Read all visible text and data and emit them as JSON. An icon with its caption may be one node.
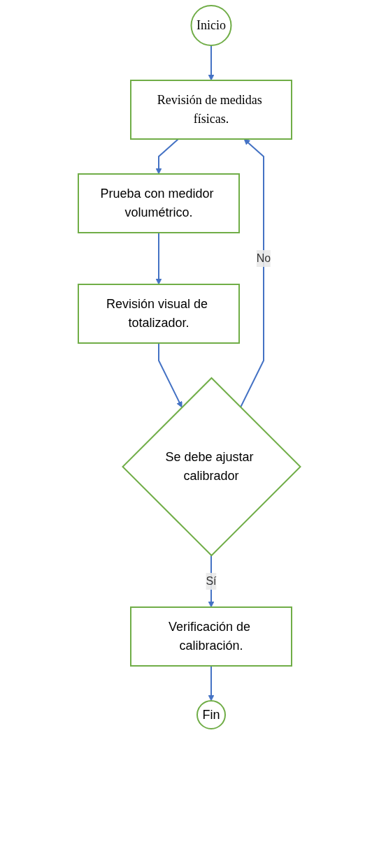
{
  "diagram": {
    "nodes": [
      {
        "text": [
          "Inicio"
        ]
      },
      {
        "text": [
          "Revisión de medidas físicas."
        ]
      },
      {
        "text": [
          "Prueba con medidor volumétrico."
        ]
      },
      {
        "text": [
          "Revisión visual de totalizador."
        ]
      },
      {
        "text": [
          "Se debe ajustar calibrador"
        ]
      },
      {
        "text": [
          "Verificación de calibración."
        ]
      },
      {
        "text": [
          "Fin"
        ]
      }
    ],
    "edges": [
      {
        "from": 0,
        "to": 1,
        "arrow": "to"
      },
      {
        "from": 1,
        "to": 2,
        "arrow": "to"
      },
      {
        "from": 2,
        "to": 3,
        "arrow": "to"
      },
      {
        "from": 3,
        "to": 4,
        "arrow": "to"
      },
      {
        "from": 4,
        "to": 5,
        "arrow": "to",
        "label": "Sí"
      },
      {
        "from": 4,
        "to": 1,
        "arrow": "to",
        "label": "No"
      },
      {
        "from": 5,
        "to": 6,
        "arrow": "to"
      }
    ]
  }
}
